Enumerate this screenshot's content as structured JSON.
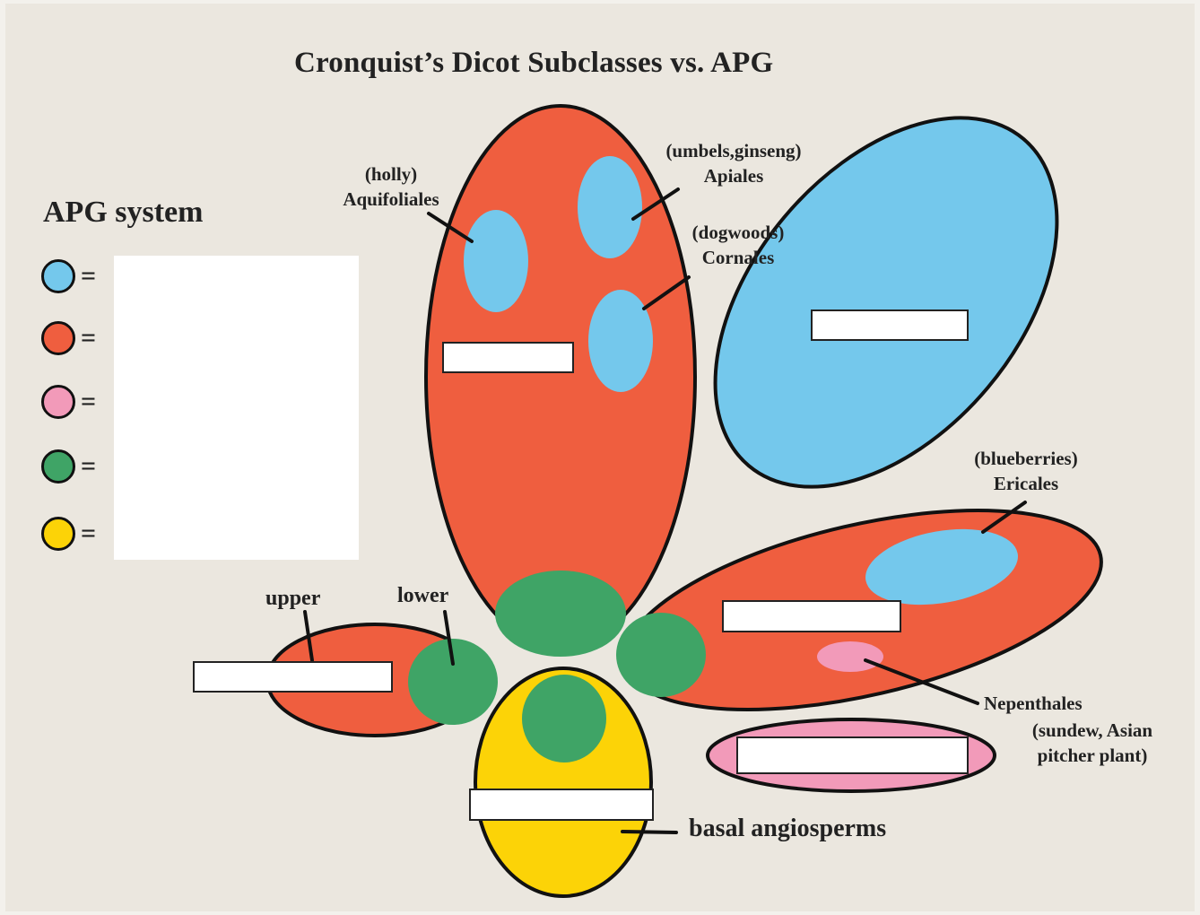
{
  "title": "Cronquist’s Dicot Subclasses vs. APG",
  "legend": {
    "title": "APG system",
    "equals_sign": "=",
    "items": [
      {
        "color_name": "light-blue",
        "color": "#74c8ec",
        "label": ""
      },
      {
        "color_name": "red-orange",
        "color": "#ef5e3f",
        "label": ""
      },
      {
        "color_name": "pink",
        "color": "#f29ab9",
        "label": ""
      },
      {
        "color_name": "green",
        "color": "#3fa466",
        "label": ""
      },
      {
        "color_name": "yellow",
        "color": "#fcd307",
        "label": ""
      }
    ]
  },
  "colors": {
    "blue": "#74c8ec",
    "red": "#ef5e3f",
    "pink": "#f29ab9",
    "green": "#3fa466",
    "yellow": "#fcd307",
    "outline": "#111111",
    "background": "#ebe7df"
  },
  "annotations": {
    "aquifoliales": {
      "common": "(holly)",
      "order": "Aquifoliales"
    },
    "apiales": {
      "common": "(umbels,ginseng)",
      "order": "Apiales"
    },
    "cornales": {
      "common": "(dogwoods)",
      "order": "Cornales"
    },
    "ericales": {
      "common": "(blueberries)",
      "order": "Ericales"
    },
    "nepenthales": {
      "order": "Nepenthales",
      "common_line1": "(sundew, Asian",
      "common_line2": "pitcher plant)"
    },
    "upper": "upper",
    "lower": "lower",
    "basal": "basal angiosperms"
  },
  "answer_boxes": [
    {
      "id": "tall-red-ellipse",
      "value": ""
    },
    {
      "id": "blue-ellipse",
      "value": ""
    },
    {
      "id": "lower-right-red-ellipse",
      "value": ""
    },
    {
      "id": "left-red-ellipse",
      "value": ""
    },
    {
      "id": "pink-ellipse",
      "value": ""
    },
    {
      "id": "yellow-ellipse",
      "value": ""
    }
  ]
}
